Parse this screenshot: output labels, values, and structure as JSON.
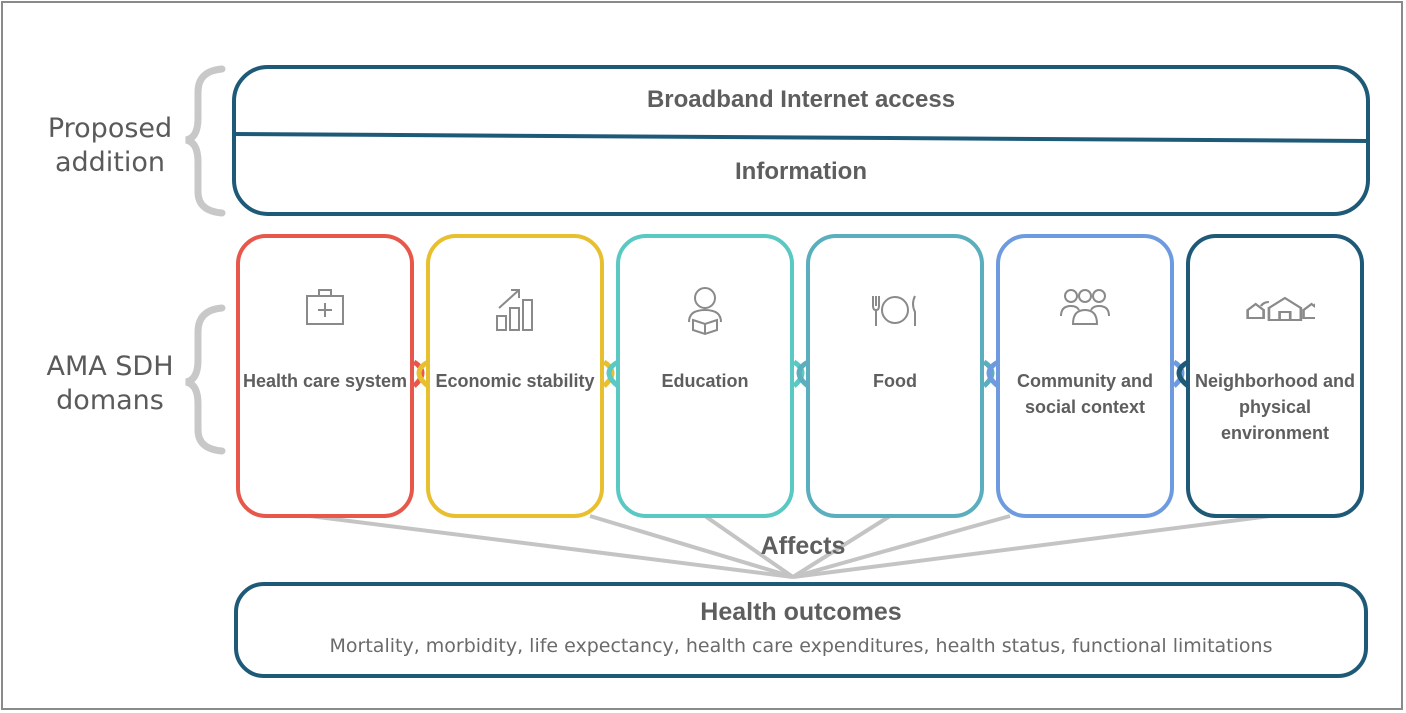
{
  "labels": {
    "proposed": "Proposed addition",
    "ama": "AMA SDH domans",
    "broadband": "Broadband Internet access",
    "information": "Information",
    "affects": "Affects"
  },
  "domains": [
    {
      "label": "Health care system",
      "color": "#e8574b",
      "icon": "first-aid-kit-icon"
    },
    {
      "label": "Economic stability",
      "color": "#e8bf2f",
      "icon": "growth-chart-icon"
    },
    {
      "label": "Education",
      "color": "#5ac9c3",
      "icon": "student-reading-icon"
    },
    {
      "label": "Food",
      "color": "#5aaebd",
      "icon": "plate-cutlery-icon"
    },
    {
      "label": "Community and social context",
      "color": "#6e9be0",
      "icon": "people-group-icon"
    },
    {
      "label": "Neighborhood and physical environment",
      "color": "#1e5a78",
      "icon": "houses-icon"
    }
  ],
  "outcome": {
    "title": "Health outcomes",
    "subtitle": "Mortality, morbidity, life expectancy, health care expenditures, health status, functional limitations"
  },
  "colors": {
    "dark_blue": "#1e5a78",
    "bracket_gray": "#c8c8c8",
    "line_gray": "#c4c4c4"
  }
}
